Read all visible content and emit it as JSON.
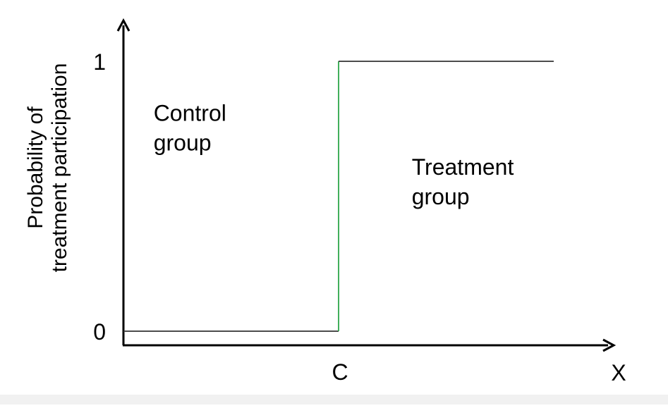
{
  "chart_data": {
    "type": "line",
    "title": "",
    "xlabel": "X",
    "ylabel_lines": [
      "Probability of",
      "treatment participation"
    ],
    "xticks": [
      {
        "value": 0.5,
        "label": "C"
      }
    ],
    "yticks": [
      {
        "value": 0,
        "label": "0"
      },
      {
        "value": 1,
        "label": "1"
      }
    ],
    "xlim": [
      0,
      1.14
    ],
    "ylim": [
      -0.05,
      1.2
    ],
    "series": [
      {
        "segments": [
          {
            "part": "before-cutoff",
            "x": [
              0,
              0.5
            ],
            "y": [
              0,
              0
            ],
            "color": "#333333"
          },
          {
            "part": "jump",
            "x": [
              0.5,
              0.5
            ],
            "y": [
              0,
              1
            ],
            "color": "#2ea84a"
          },
          {
            "part": "after-cutoff",
            "x": [
              0.5,
              1.0
            ],
            "y": [
              1,
              1
            ],
            "color": "#333333"
          }
        ]
      }
    ],
    "annotations": [
      {
        "name": "control-group-label",
        "lines": [
          "Control",
          "group"
        ],
        "x": 0.07,
        "y": 0.78
      },
      {
        "name": "treatment-group-label",
        "lines": [
          "Treatment",
          "group"
        ],
        "x": 0.67,
        "y": 0.58
      }
    ],
    "grid": false,
    "legend": "none"
  }
}
